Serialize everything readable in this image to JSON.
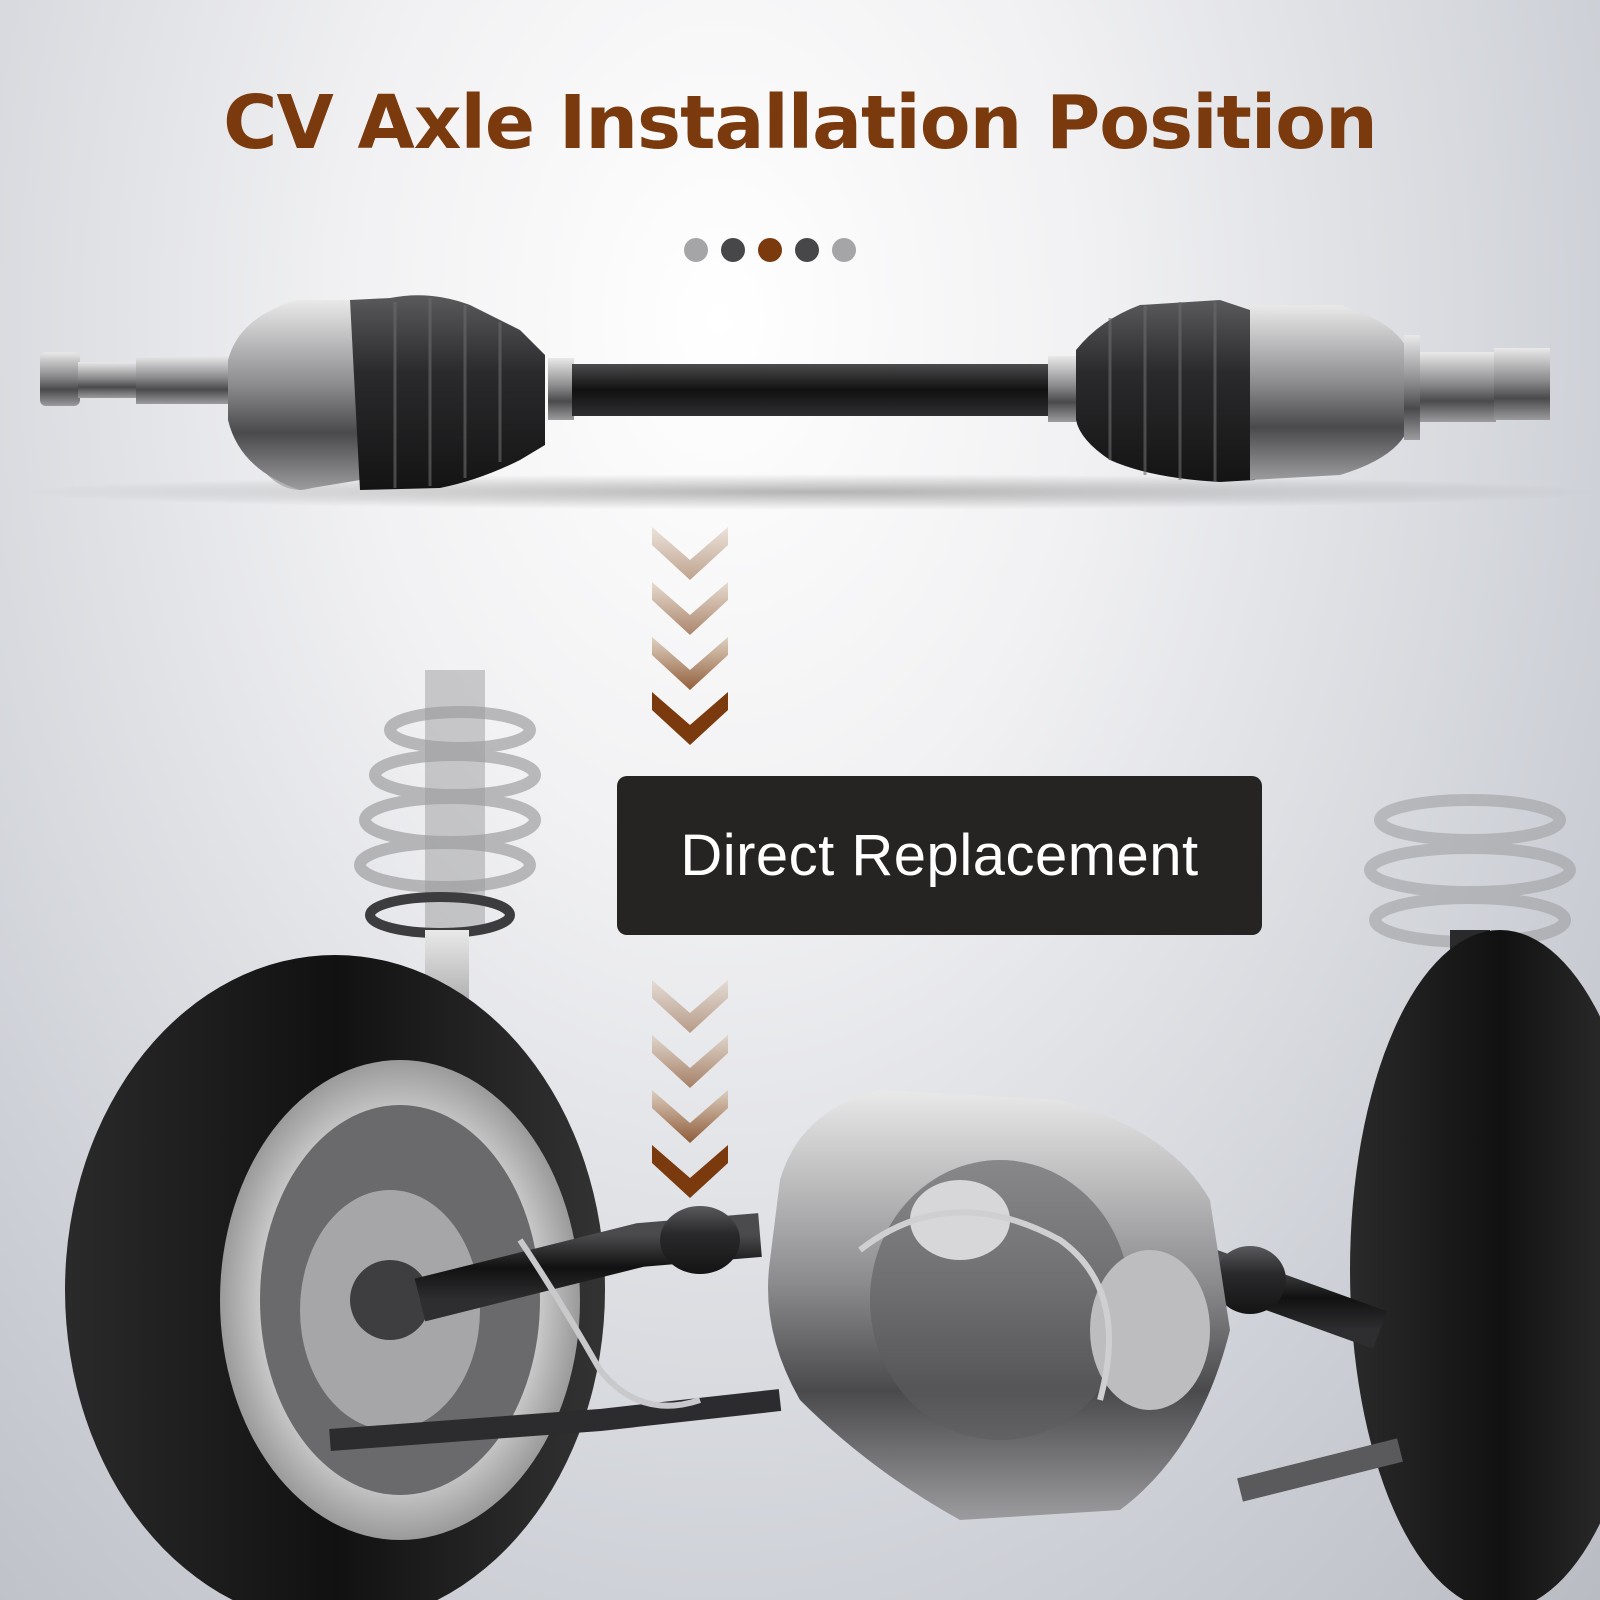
{
  "title": "CV Axle Installation Position",
  "badge_label": "Direct Replacement",
  "colors": {
    "title": "#7a3a0d",
    "dots": [
      "#a5a5a8",
      "#474749",
      "#7a3a0d",
      "#474749",
      "#a5a5a8"
    ],
    "badge": "#252422",
    "arrow": "#7a3a0d"
  },
  "carousel": {
    "dot_count": 5,
    "active_index": 2
  }
}
